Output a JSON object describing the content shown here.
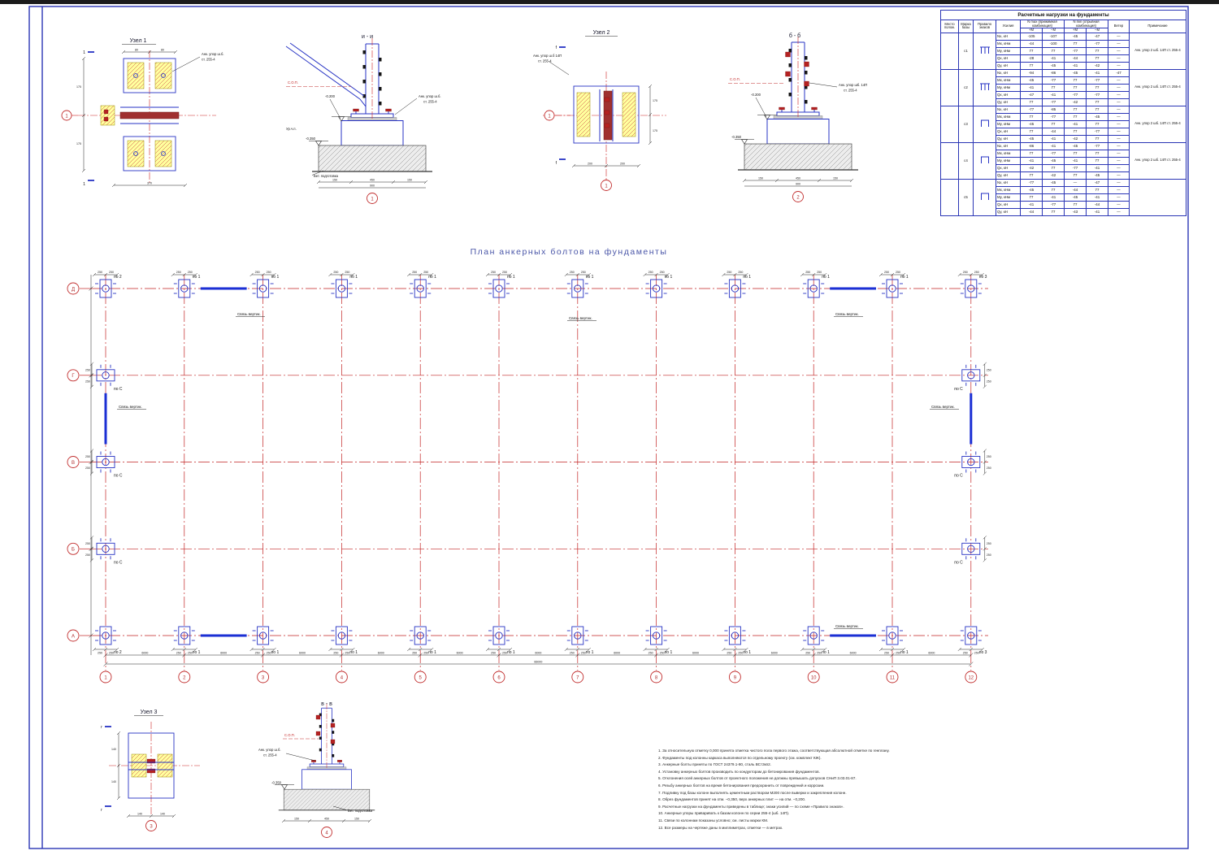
{
  "plan": {
    "title": "План анкерных болтов на фундаменты",
    "cols": [
      "1",
      "2",
      "3",
      "4",
      "5",
      "6",
      "7",
      "8",
      "9",
      "10",
      "11",
      "12"
    ],
    "rows": [
      "Д",
      "Г",
      "В",
      "Б",
      "А"
    ],
    "bay": "6000",
    "total": "66000",
    "sym_d1": "250",
    "sym_d2": "250",
    "po1": "по 1",
    "po2": "по 2",
    "po3": "по 3",
    "poC": "по С",
    "tie": "Связь вертик."
  },
  "details": {
    "u1": {
      "title": "Узел 1",
      "cut": "1",
      "axis": "1",
      "note1": "Анк. упор ш.б.",
      "note2": "ст. 255-4",
      "dim_t1": "80",
      "dim_t2": "80",
      "dim_l1": "175",
      "dim_l2": "175",
      "dim_b": "370"
    },
    "ii": {
      "title": "и - и",
      "sop": "С.О.П.",
      "urchp": "Ур.ч.п.",
      "lvl1": "-0.200",
      "lvl2": "-0.350",
      "note1": "Анк. упор ш.б.",
      "note2": "ст. 255-4",
      "podg": "Бет. подготовка",
      "d1": "150",
      "d2": "450",
      "d3": "150",
      "total": "900",
      "bubble": "1"
    },
    "u2": {
      "title": "Узел 2",
      "cut": "f",
      "axis": "1",
      "bubble": "1",
      "note1": "Анк. упор ш.б 14П",
      "note2": "ст. 255-4",
      "dr1": "175",
      "dr2": "175",
      "db1": "200",
      "db2": "200"
    },
    "bb": {
      "title": "б - б",
      "sop": "С.О.П.",
      "lvl1": "-0.200",
      "lvl2": "-0.350",
      "note1": "Анк. упор шб. 14П",
      "note2": "ст. 255-4",
      "d1": "150",
      "d2": "450",
      "d3": "150",
      "total": "900",
      "bubble": "2"
    },
    "u3": {
      "title": "Узел 3",
      "cut": "г",
      "bubble": "3",
      "dl1": "140",
      "dl2": "140",
      "db1": "140",
      "db2": "140"
    },
    "vv": {
      "title": "в - в",
      "sop": "С.О.П.",
      "lvl": "-0.350",
      "note1": "Анк. упор ш.б.",
      "note2": "ст. 255-4",
      "podg": "Бет. подготовка",
      "d1": "150",
      "d2": "450",
      "d3": "150",
      "bubble": "4"
    }
  },
  "table": {
    "title": "Расчетные нагрузки на фундаменты",
    "headers": {
      "location": "Место полож.",
      "mark": "Марка базы",
      "sign_rule": "Правило знаков",
      "force": "Усилия",
      "nmax": "N max (прижимная комбинация)",
      "nmin": "N min (отрывная комбинация)",
      "plus_m": "+М",
      "minus_m": "−М",
      "wind": "Ветер",
      "note": "Примечание"
    },
    "groups": [
      {
        "mark": "с1",
        "picto": "m",
        "note": "Анк. упор 2 шб. 14П ст. 255-4",
        "rows": [
          {
            "force": "Nx, кН",
            "vals": [
              "-105",
              "-107",
              "-45",
              "-47",
              "—"
            ]
          },
          {
            "force": "Mx, кНм",
            "vals": [
              "-44",
              "-100",
              "77",
              "-77",
              "—"
            ]
          },
          {
            "force": "My, кНм",
            "vals": [
              "77",
              "77",
              "-77",
              "77",
              "—"
            ]
          },
          {
            "force": "Qx, кН",
            "vals": [
              "-28",
              "-41",
              "-44",
              "77",
              "—"
            ]
          },
          {
            "force": "Qy, кН",
            "vals": [
              "77",
              "-45",
              "-41",
              "-42",
              "—"
            ]
          }
        ]
      },
      {
        "mark": "с2",
        "picto": "m",
        "note": "Анк. упор 2 шб. 14П ст. 255-4",
        "rows": [
          {
            "force": "Nx, кН",
            "vals": [
              "-94",
              "-86",
              "-45",
              "-41",
              "-47"
            ]
          },
          {
            "force": "Mx, кНм",
            "vals": [
              "-45",
              "-77",
              "77",
              "-77",
              "—"
            ]
          },
          {
            "force": "My, кНм",
            "vals": [
              "-41",
              "77",
              "77",
              "77",
              "—"
            ]
          },
          {
            "force": "Qx, кН",
            "vals": [
              "-47",
              "-41",
              "-77",
              "-77",
              "—"
            ]
          },
          {
            "force": "Qy, кН",
            "vals": [
              "77",
              "-77",
              "-42",
              "77",
              "—"
            ]
          }
        ]
      },
      {
        "mark": "с3",
        "picto": "n",
        "note": "Анк. упор 2 шб. 14П ст. 255-4",
        "rows": [
          {
            "force": "Nx, кН",
            "vals": [
              "-77",
              "-85",
              "77",
              "77",
              "—"
            ]
          },
          {
            "force": "Mx, кНм",
            "vals": [
              "77",
              "-77",
              "77",
              "-45",
              "—"
            ]
          },
          {
            "force": "My, кНм",
            "vals": [
              "-45",
              "77",
              "-41",
              "77",
              "—"
            ]
          },
          {
            "force": "Qx, кН",
            "vals": [
              "77",
              "-44",
              "77",
              "-77",
              "—"
            ]
          },
          {
            "force": "Qy, кН",
            "vals": [
              "-45",
              "-41",
              "-42",
              "77",
              "—"
            ]
          }
        ]
      },
      {
        "mark": "с4",
        "picto": "n",
        "note": "Анк. упор 2 шб. 14П ст. 255-4",
        "rows": [
          {
            "force": "Nx, кН",
            "vals": [
              "-86",
              "-41",
              "-45",
              "-77",
              "—"
            ]
          },
          {
            "force": "Mx, кНм",
            "vals": [
              "77",
              "-77",
              "77",
              "77",
              "—"
            ]
          },
          {
            "force": "My, кНм",
            "vals": [
              "-41",
              "-45",
              "-41",
              "77",
              "—"
            ]
          },
          {
            "force": "Qx, кН",
            "vals": [
              "-42",
              "77",
              "-77",
              "-41",
              "—"
            ]
          },
          {
            "force": "Qy, кН",
            "vals": [
              "77",
              "-42",
              "77",
              "-45",
              "—"
            ]
          }
        ]
      },
      {
        "mark": "с5",
        "picto": "n",
        "note": "",
        "rows": [
          {
            "force": "Nx, кН",
            "vals": [
              "-77",
              "-45",
              "—",
              "-47",
              "—"
            ]
          },
          {
            "force": "Mx, кНм",
            "vals": [
              "-45",
              "77",
              "-44",
              "77",
              "—"
            ]
          },
          {
            "force": "My, кНм",
            "vals": [
              "77",
              "-41",
              "-45",
              "-41",
              "—"
            ]
          },
          {
            "force": "Qx, кН",
            "vals": [
              "-41",
              "-77",
              "77",
              "-44",
              "—"
            ]
          },
          {
            "force": "Qy, кН",
            "vals": [
              "-44",
              "77",
              "-43",
              "-41",
              "—"
            ]
          }
        ]
      }
    ]
  },
  "notes": {
    "lines": [
      "1. За относительную отметку 0,000 принята отметка чистого пола первого этажа, соответствующая абсолютной отметке по генплану.",
      "2. Фундаменты под колонны каркаса выполняются по отдельному проекту (см. комплект КЖ).",
      "3. Анкерные болты приняты по ГОСТ 24379.1-80, сталь ВСт3кп2.",
      "4. Установку анкерных болтов производить по кондукторам до бетонирования фундаментов.",
      "5. Отклонения осей анкерных болтов от проектного положения не должны превышать допусков СНиП 3.03.01-87.",
      "6. Резьбу анкерных болтов на время бетонирования предохранить от повреждений и коррозии.",
      "7. Подливку под базы колонн выполнять цементным раствором М200 после выверки и закрепления колонн.",
      "8. Обрез фундаментов принят на отм. −0,350, верх анкерных плит — на отм. −0,200.",
      "9. Расчетные нагрузки на фундаменты приведены в таблице; знаки усилий — по схеме «Правило знаков».",
      "10. Анкерные упоры приваривать к базам колонн по серии 255-4 (шб. 14П).",
      "11. Связи по колоннам показаны условно; см. листы марки КМ.",
      "12. Все размеры на чертеже даны в миллиметрах, отметки — в метрах."
    ]
  }
}
